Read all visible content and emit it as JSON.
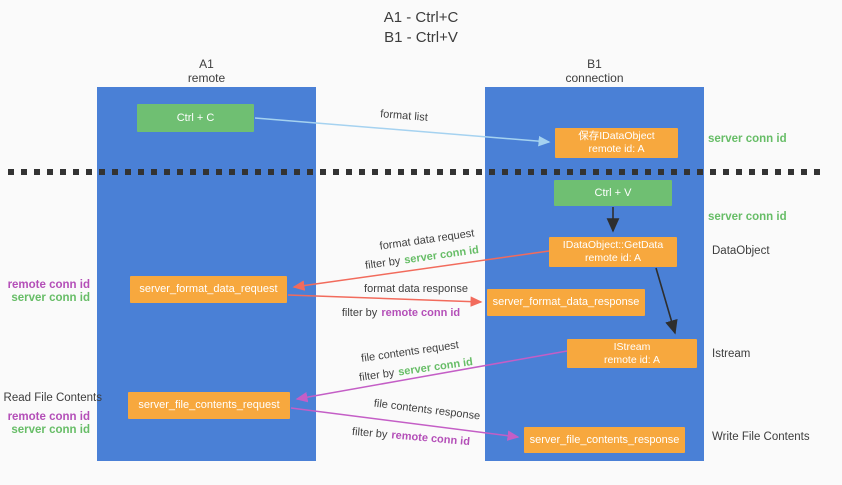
{
  "title": {
    "line1": "A1 - Ctrl+C",
    "line2": "B1 - Ctrl+V"
  },
  "columns": {
    "left": {
      "name": "A1",
      "subtitle": "remote"
    },
    "right": {
      "name": "B1",
      "subtitle": "connection"
    }
  },
  "nodes": {
    "ctrl_c": "Ctrl + C",
    "ctrl_v": "Ctrl + V",
    "save_idataobject": {
      "line1": "保存IDataObject",
      "line2": "remote id: A"
    },
    "getdata": {
      "line1": "IDataObject::GetData",
      "line2": "remote id: A"
    },
    "istream": {
      "line1": "IStream",
      "line2": "remote id: A"
    },
    "format_request": "server_format_data_request",
    "format_response": "server_format_data_response",
    "file_request": "server_file_contents_request",
    "file_response": "server_file_contents_response"
  },
  "arrow_labels": {
    "format_list": "format list",
    "format_data_request": "format data request",
    "format_data_response": "format data response",
    "file_contents_request": "file contents request",
    "file_contents_response": "file contents response"
  },
  "filters": [
    {
      "prefix": "filter by",
      "value": "server conn id"
    },
    {
      "prefix": "filter by",
      "value": "remote conn id"
    },
    {
      "prefix": "filter by",
      "value": "server conn id"
    },
    {
      "prefix": "filter by",
      "value": "remote conn id"
    }
  ],
  "side_labels": {
    "server_conn_id_top": "server conn id",
    "server_conn_id_mid": "server conn id",
    "dataobject": "DataObject",
    "istream": "Istream",
    "write_file_contents": "Write File Contents",
    "read_file_contents": "Read File Contents",
    "remote_conn_id_1": "remote conn id",
    "server_conn_id_1": "server conn id",
    "remote_conn_id_2": "remote conn id",
    "server_conn_id_2": "server conn id"
  },
  "colors": {
    "column_blue": "#4a80d6",
    "box_green": "#6fbf72",
    "box_orange": "#f7a83e",
    "arrow_lightblue": "#a5d2f0",
    "arrow_red": "#f26b5c",
    "arrow_magenta": "#c45ec6",
    "arrow_black": "#2e2e2e",
    "text_green": "#67bd67",
    "text_purple": "#b44fb8",
    "text_dark": "#3d3d3d"
  }
}
